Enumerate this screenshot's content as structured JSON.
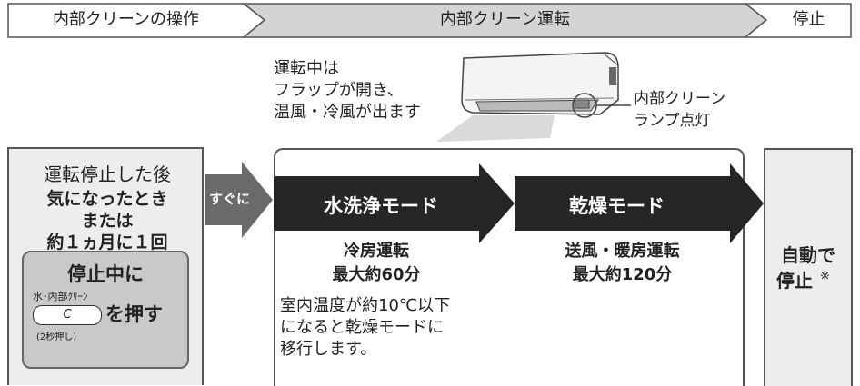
{
  "header": {
    "operation_label": "内部クリーンの操作",
    "running_label": "内部クリーン運転",
    "stop_label": "停止"
  },
  "illustration": {
    "callout_lines": [
      "運転中は",
      "フラップが開き、",
      "温風・冷風が出ます"
    ],
    "lamp_lines": [
      "内部クリーン",
      "ランプ点灯"
    ]
  },
  "left": {
    "line1": "運転停止した後",
    "line2": "気になったとき",
    "line3": "または",
    "line4": "約１ヵ月に１回",
    "panel": {
      "title": "停止中に",
      "button_caption": "水･内部ｸﾘｰﾝ",
      "button_symbol": "C",
      "press_label": "を押す",
      "hold_note": "(2秒押し)"
    }
  },
  "immediately_label": "すぐに",
  "modes": {
    "wash": {
      "label": "水洗浄モード",
      "detail1": "冷房運転",
      "detail2": "最大約60分"
    },
    "dry": {
      "label": "乾燥モード",
      "detail1": "送風・暖房運転",
      "detail2": "最大約120分"
    },
    "note_lines": [
      "室内温度が約10℃以下",
      "になると乾燥モードに",
      "移行します。"
    ]
  },
  "right": {
    "line1": "自動で",
    "line2": "停止",
    "mark": "※"
  },
  "colors": {
    "dark_arrow": "#262626",
    "gray_arrow": "#6a6a6a",
    "box_fill": "#ededed",
    "panel_fill": "#c9c9c9",
    "header_gray": "#d4d4d4"
  }
}
